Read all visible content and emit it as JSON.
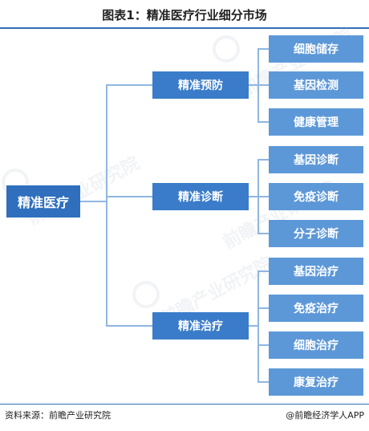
{
  "title": "图表1：精准医疗行业细分市场",
  "root": "精准医疗",
  "branches": [
    {
      "label": "精准预防",
      "children": [
        "细胞储存",
        "基因检测",
        "健康管理"
      ]
    },
    {
      "label": "精准诊断",
      "children": [
        "基因诊断",
        "免疫诊断",
        "分子诊断"
      ]
    },
    {
      "label": "精准治疗",
      "children": [
        "基因治疗",
        "免疫治疗",
        "细胞治疗",
        "康复治疗"
      ]
    }
  ],
  "watermark": "前瞻产业研究院",
  "footer": {
    "source": "资料来源：前瞻产业研究院",
    "credit": "@前瞻经济学人APP"
  }
}
